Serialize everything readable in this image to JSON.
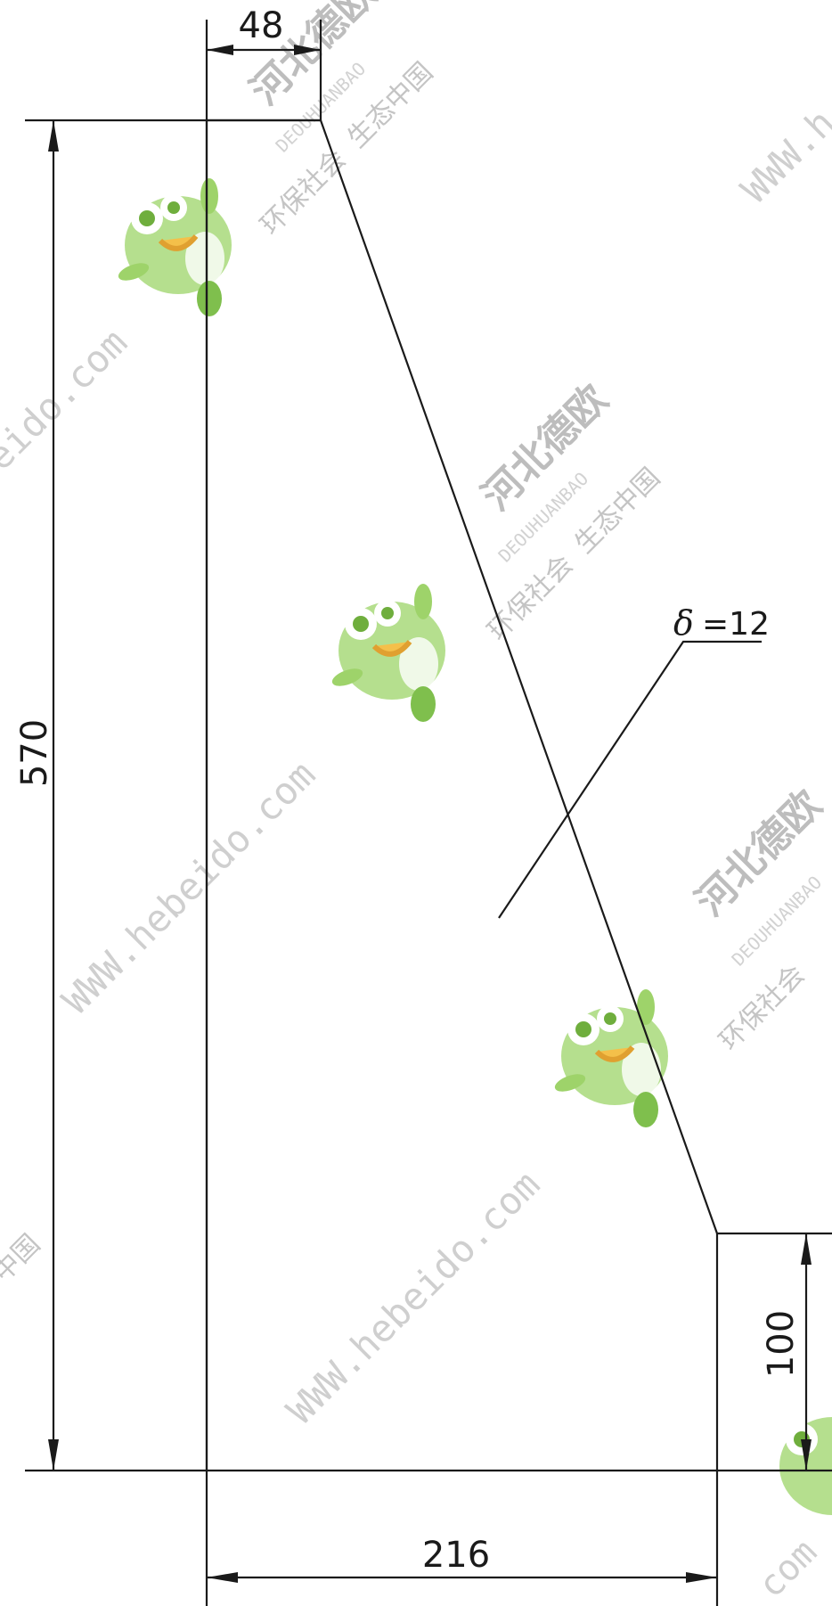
{
  "dimensions": {
    "top_offset": "48",
    "height": "570",
    "step_height": "100",
    "width": "216"
  },
  "thickness_note": {
    "symbol": "δ",
    "value": "=12"
  },
  "watermark": {
    "url": "WWW.hebeido.com",
    "url_partial_left": "eido.com",
    "url_partial_right": "com",
    "url_partial_top_right": "WWW.h",
    "company_cn": "河北德欧",
    "company_pinyin": "DEOUHUANBAO",
    "slogan_cn": "环保社会  生态中国",
    "fragment_guo": "中国",
    "fragment_huan": "环保社会"
  },
  "colors": {
    "line": "#1a1a1a",
    "watermark_text": "#c9c9c9",
    "frog_body": "#9ed36a",
    "frog_shade": "#7fbf4d"
  }
}
